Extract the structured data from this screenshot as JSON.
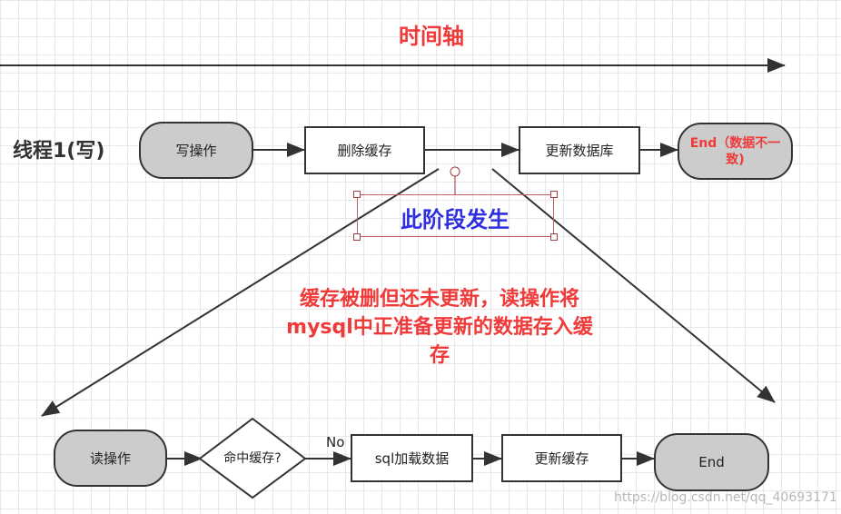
{
  "timeline": {
    "title": "时间轴"
  },
  "thread1": {
    "label": "线程1(写)",
    "start": "写操作",
    "step1": "删除缓存",
    "step2": "更新数据库",
    "end": "End（数据不一致)"
  },
  "phase": {
    "label": "此阶段发生"
  },
  "note": {
    "line1": "缓存被删但还未更新，读操作将",
    "line2": "mysql中正准备更新的数据存入缓",
    "line3": "存"
  },
  "thread2": {
    "start": "读操作",
    "decision": "命中缓存?",
    "edge_no": "No",
    "step1": "sql加载数据",
    "step2": "更新缓存",
    "end": "End"
  },
  "watermark": "https://blog.csdn.net/qq_40693171",
  "colors": {
    "stroke": "#333333",
    "terminal_fill": "#cccccc",
    "highlight_red": "#f03a3a",
    "phase_blue": "#2f2fe0"
  }
}
